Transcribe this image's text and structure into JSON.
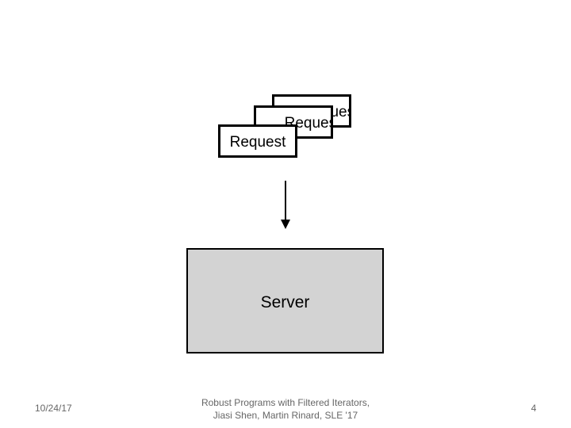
{
  "diagram": {
    "request_cards": [
      {
        "label": "Request"
      },
      {
        "label": "Request"
      },
      {
        "label": "Request"
      }
    ],
    "server_label": "Server"
  },
  "footer": {
    "date": "10/24/17",
    "title_line1": "Robust Programs with Filtered Iterators,",
    "title_line2": "Jiasi Shen, Martin Rinard, SLE '17",
    "page_number": "4"
  }
}
